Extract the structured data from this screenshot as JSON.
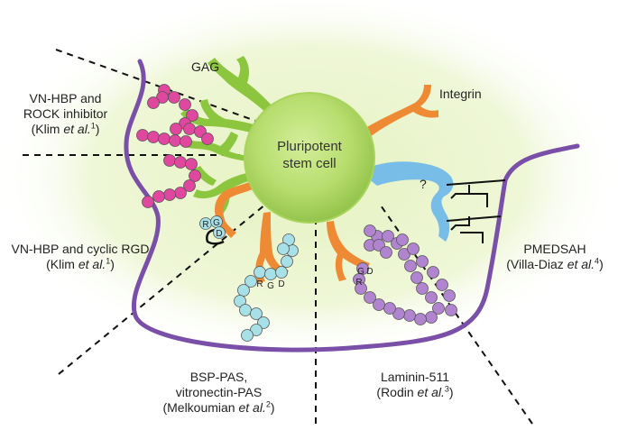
{
  "center": {
    "line1": "Pluripotent",
    "line2": "stem cell"
  },
  "labels": {
    "gag": "GAG",
    "integrin": "Integrin",
    "question": "?",
    "vnhbp_rock": {
      "line1": "VN-HBP and",
      "line2": "ROCK inhibitor",
      "cite_pre": "(Klim ",
      "cite_italic": "et al.",
      "cite_sup": "1",
      "cite_post": ")"
    },
    "vnhbp_rgd": {
      "line1": "VN-HBP and cyclic RGD",
      "cite_pre": "(Klim ",
      "cite_italic": "et al.",
      "cite_sup": "1",
      "cite_post": ")"
    },
    "pmedsah": {
      "line1": "PMEDSAH",
      "cite_pre": "(Villa-Diaz ",
      "cite_italic": "et al.",
      "cite_sup": "4",
      "cite_post": ")"
    },
    "bsp": {
      "line1": "BSP-PAS,",
      "line2": "vitronectin-PAS",
      "cite_pre": "(Melkoumian ",
      "cite_italic": "et al.",
      "cite_sup": "2",
      "cite_post": ")"
    },
    "laminin": {
      "line1": "Laminin-511",
      "cite_pre": "(Rodin ",
      "cite_italic": "et al.",
      "cite_sup": "3",
      "cite_post": ")"
    }
  },
  "rgd_letters": [
    "R",
    "G",
    "D"
  ],
  "colors": {
    "halo": "#eaf3c8",
    "cell": "#a8d45c",
    "gag": "#8cc63e",
    "integrin": "#ee8a33",
    "receptor": "#78bde8",
    "membrane": "#7a4fa8",
    "vn_beads": "#e0479e",
    "rgd_beads": "#a8e0e8",
    "laminin_beads": "#b184d0"
  }
}
